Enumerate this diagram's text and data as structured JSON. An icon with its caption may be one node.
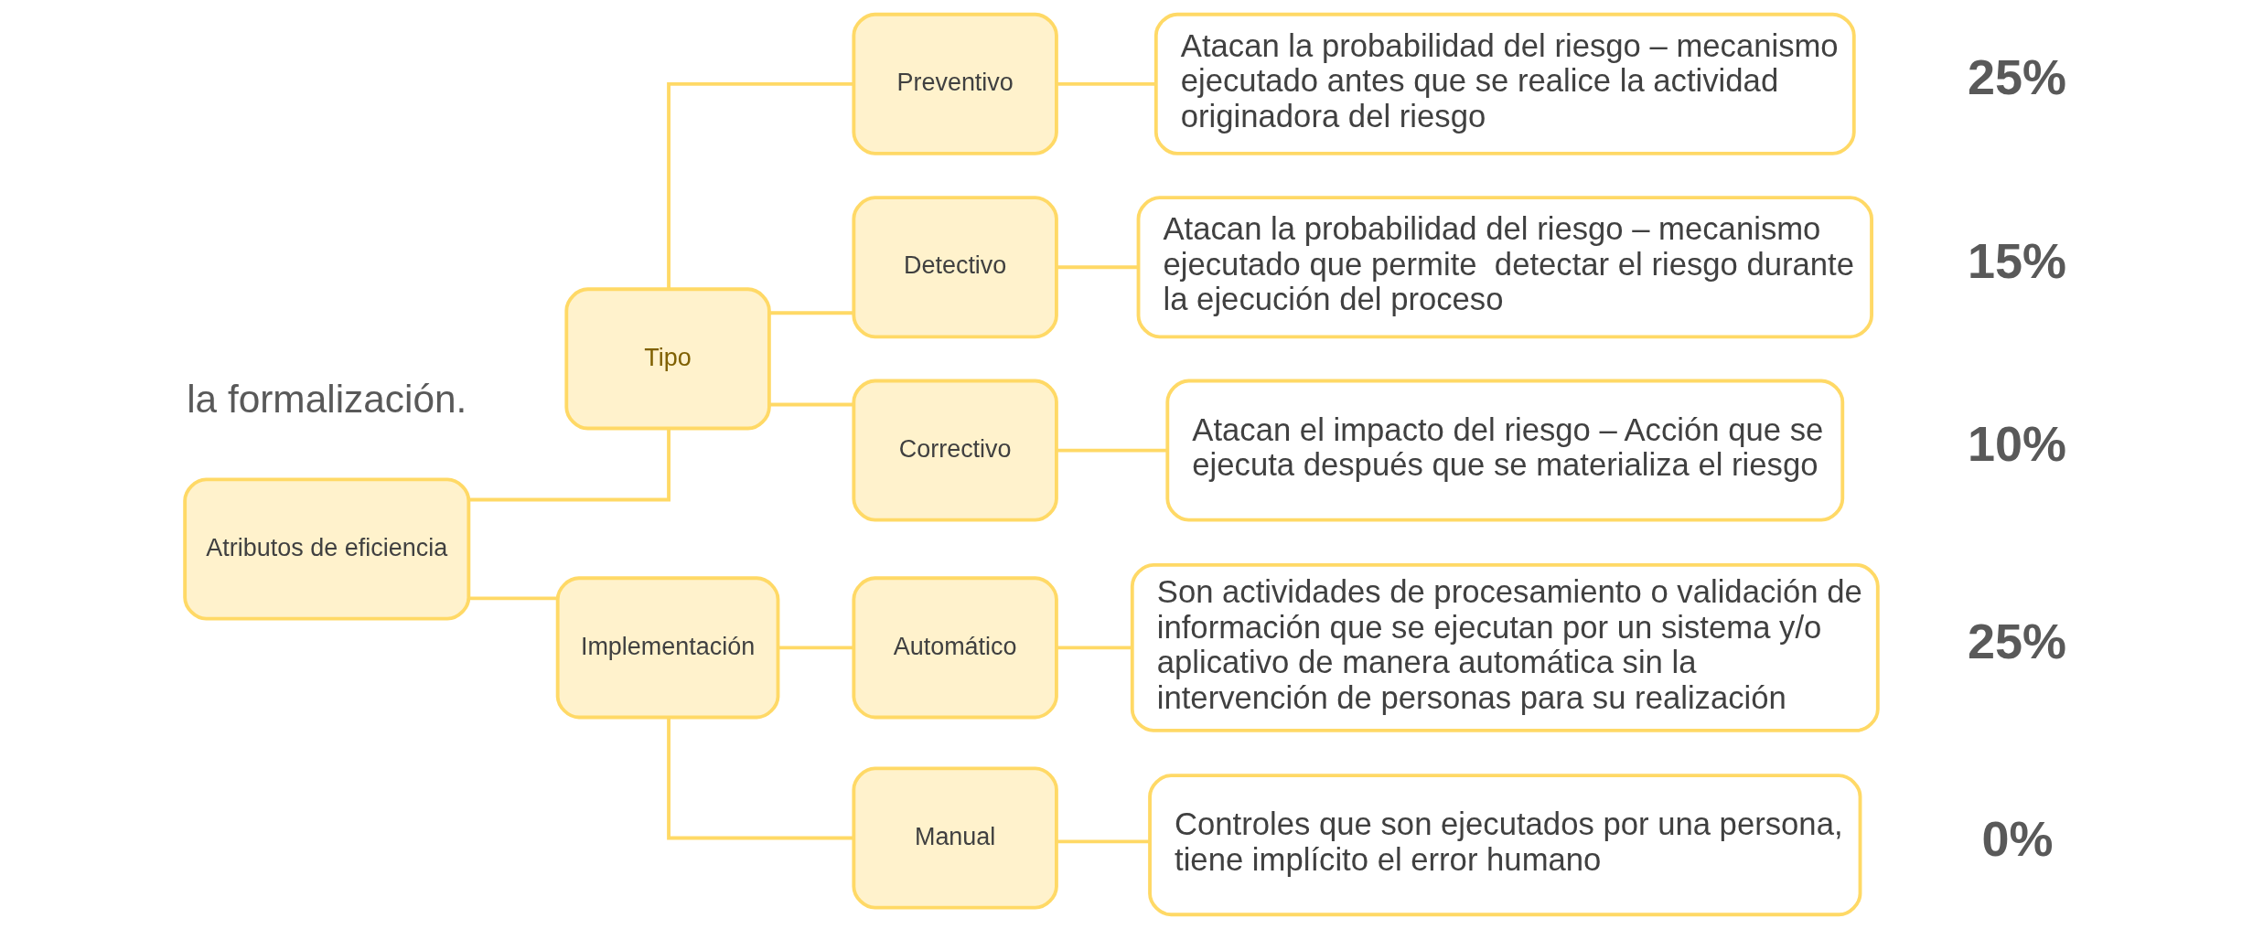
{
  "diagram": {
    "nodes": [
      {
        "text": [
          "Atributos de eficiencia"
        ]
      },
      {
        "text": [
          "Tipo"
        ]
      },
      {
        "text": [
          "Implementación"
        ]
      },
      {
        "text": [
          "Preventivo"
        ]
      },
      {
        "text": [
          "Detectivo"
        ]
      },
      {
        "text": [
          "Correctivo"
        ]
      },
      {
        "text": [
          "Automático"
        ]
      },
      {
        "text": [
          "Manual"
        ]
      },
      {
        "text": [
          "Atacan la probabilidad del riesgo – mecanismo ejecutado antes que se realice la actividad originadora del riesgo"
        ],
        "beside": [
          "25%"
        ]
      },
      {
        "text": [
          "Atacan la probabilidad del riesgo – mecanismo ejecutado que permite  detectar el riesgo durante la ejecución del proceso"
        ],
        "beside": [
          "15%"
        ]
      },
      {
        "text": [
          "Atacan el impacto del riesgo – Acción que se ejecuta después que se materializa el riesgo"
        ],
        "beside": [
          "10%"
        ]
      },
      {
        "text": [
          "Son actividades de procesamiento o validación de información que se ejecutan por un sistema y/o aplicativo de manera automática sin la intervención de personas para su realización"
        ],
        "beside": [
          "25%"
        ]
      },
      {
        "text": [
          "Controles que son ejecutados por una persona, tiene implícito el error humano"
        ],
        "beside": [
          "0%"
        ]
      }
    ],
    "edges": [
      {
        "from": 0,
        "to": 1,
        "arrow": "none"
      },
      {
        "from": 0,
        "to": 2,
        "arrow": "none"
      },
      {
        "from": 1,
        "to": 3,
        "arrow": "none"
      },
      {
        "from": 1,
        "to": 4,
        "arrow": "none"
      },
      {
        "from": 1,
        "to": 5,
        "arrow": "none"
      },
      {
        "from": 2,
        "to": 6,
        "arrow": "none"
      },
      {
        "from": 2,
        "to": 7,
        "arrow": "none"
      },
      {
        "from": 3,
        "to": 8,
        "arrow": "none"
      },
      {
        "from": 4,
        "to": 9,
        "arrow": "none"
      },
      {
        "from": 5,
        "to": 10,
        "arrow": "none"
      },
      {
        "from": 6,
        "to": 11,
        "arrow": "none"
      },
      {
        "from": 7,
        "to": 12,
        "arrow": "none"
      }
    ],
    "labels": [
      "la formalización."
    ]
  }
}
